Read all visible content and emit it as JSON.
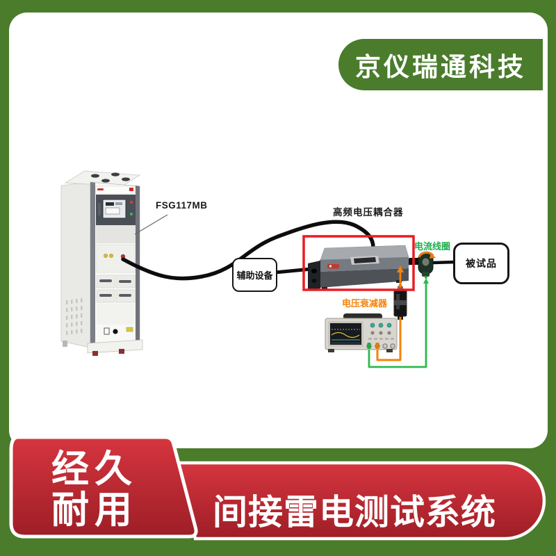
{
  "brand": {
    "title": "京仪瑞通科技"
  },
  "badge": {
    "line1": "经久",
    "line2": "耐用"
  },
  "banner": {
    "title": "间接雷电测试系统"
  },
  "diagram": {
    "generator_label": "FSG117MB",
    "coupler_label": "高频电压耦合器",
    "aux_device_label": "辅助设备",
    "current_coil_label": "电流线圈",
    "dut_label": "被试品",
    "attenuator_label": "电压衰减器"
  },
  "colors": {
    "frame_green": "#4a7c2c",
    "badge_red_top": "#d6353f",
    "badge_red_bottom": "#9e1e26",
    "highlight_box_red": "#ea1c24",
    "coil_label_green": "#1fae4e",
    "attenuator_label_orange": "#f5820b",
    "cable_black": "#0d0d0d"
  }
}
